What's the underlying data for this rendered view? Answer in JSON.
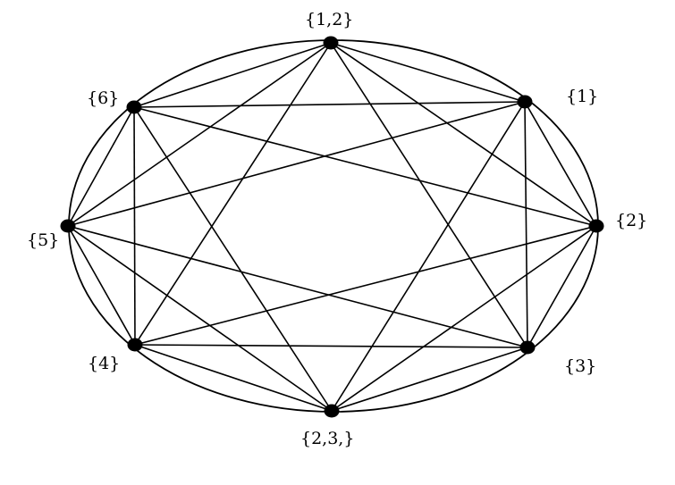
{
  "graph": {
    "stroke_color": "#000000",
    "node_color": "#000000",
    "background_color": "#ffffff",
    "vertices": [
      {
        "id": "v12",
        "label": "{1,2}"
      },
      {
        "id": "v1",
        "label": "{1}"
      },
      {
        "id": "v2",
        "label": "{2}"
      },
      {
        "id": "v3",
        "label": "{3}"
      },
      {
        "id": "v23",
        "label": "{2,3,}"
      },
      {
        "id": "v4",
        "label": "{4}"
      },
      {
        "id": "v5",
        "label": "{5}"
      },
      {
        "id": "v6",
        "label": "{6}"
      }
    ],
    "edges": [
      [
        "v12",
        "v1"
      ],
      [
        "v1",
        "v2"
      ],
      [
        "v2",
        "v3"
      ],
      [
        "v3",
        "v23"
      ],
      [
        "v23",
        "v4"
      ],
      [
        "v4",
        "v5"
      ],
      [
        "v5",
        "v6"
      ],
      [
        "v6",
        "v12"
      ],
      [
        "v12",
        "v5"
      ],
      [
        "v12",
        "v4"
      ],
      [
        "v12",
        "v3"
      ],
      [
        "v12",
        "v2"
      ],
      [
        "v1",
        "v6"
      ],
      [
        "v1",
        "v5"
      ],
      [
        "v1",
        "v23"
      ],
      [
        "v1",
        "v3"
      ],
      [
        "v2",
        "v6"
      ],
      [
        "v2",
        "v4"
      ],
      [
        "v2",
        "v23"
      ],
      [
        "v3",
        "v5"
      ],
      [
        "v3",
        "v4"
      ],
      [
        "v23",
        "v6"
      ],
      [
        "v23",
        "v5"
      ],
      [
        "v4",
        "v6"
      ]
    ]
  }
}
